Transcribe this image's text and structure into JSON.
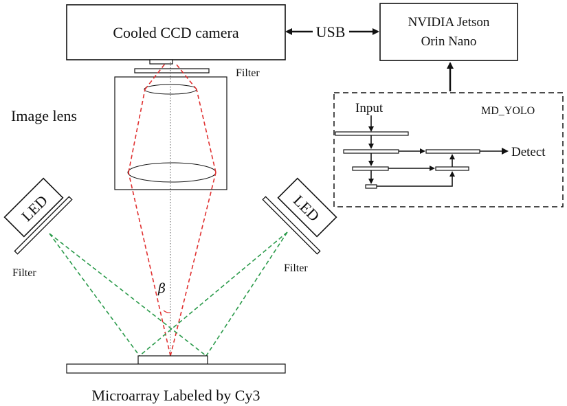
{
  "camera": {
    "label": "Cooled CCD camera"
  },
  "link": {
    "label": "USB"
  },
  "compute": {
    "line1": "NVIDIA Jetson",
    "line2": "Orin Nano"
  },
  "top_filter": {
    "label": "Filter"
  },
  "lens": {
    "label": "Image lens"
  },
  "model": {
    "name": "MD_YOLO",
    "input_label": "Input",
    "output_label": "Detect"
  },
  "led_left": {
    "label": "LED",
    "filter_label": "Filter"
  },
  "led_right": {
    "label": "LED",
    "filter_label": "Filter"
  },
  "angle": {
    "symbol": "β"
  },
  "sample": {
    "label": "Microarray Labeled by Cy3"
  },
  "colors": {
    "emission_path": "#e03030",
    "excitation_path": "#2a9a4a",
    "outline": "#111111"
  }
}
